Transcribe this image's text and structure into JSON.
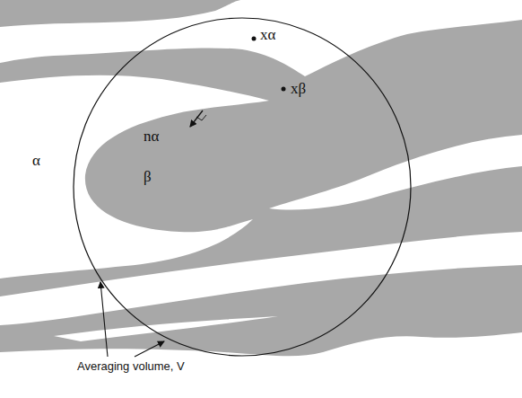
{
  "diagram": {
    "labels": [
      "xα",
      "xβ",
      "nα",
      "α",
      "β",
      "Averaging volume, V"
    ]
  }
}
